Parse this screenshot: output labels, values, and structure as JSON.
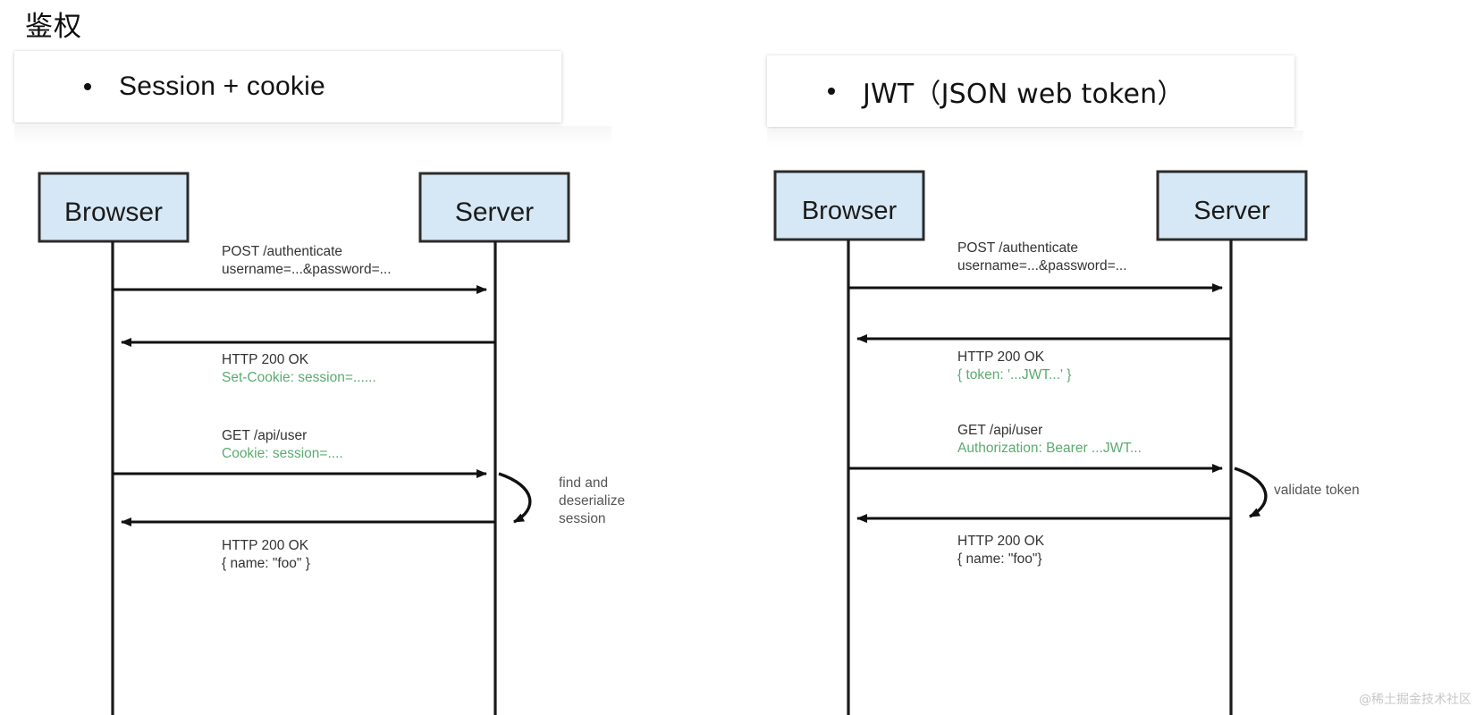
{
  "slide": {
    "heading": "鉴权",
    "watermark": "@稀土掘金技术社区",
    "colors": {
      "node_fill": "#d6e8f5",
      "node_stroke": "#2b2b2b",
      "line": "#1a1a1a",
      "green_header": "#5aab6e",
      "text": "#2b2b2b",
      "annotation": "#555555"
    }
  },
  "panels": [
    {
      "id": "session-cookie",
      "bullet": "Session + cookie",
      "actors": {
        "left": "Browser",
        "right": "Server"
      },
      "messages": [
        {
          "direction": "right",
          "lines": [
            {
              "text": "POST /authenticate",
              "style": "plain"
            },
            {
              "text": "username=...&password=...",
              "style": "plain"
            }
          ]
        },
        {
          "direction": "left",
          "lines": [
            {
              "text": "HTTP 200 OK",
              "style": "plain"
            },
            {
              "text": "Set-Cookie: session=......",
              "style": "green"
            }
          ]
        },
        {
          "direction": "right",
          "lines": [
            {
              "text": "GET /api/user",
              "style": "plain"
            },
            {
              "text": "Cookie: session=....",
              "style": "green"
            }
          ]
        },
        {
          "direction": "left",
          "lines": [
            {
              "text": "HTTP 200 OK",
              "style": "plain"
            },
            {
              "text": "{ name: \"foo\" }",
              "style": "plain"
            }
          ]
        }
      ],
      "self_call": {
        "label_lines": [
          "find and",
          "deserialize",
          "session"
        ]
      }
    },
    {
      "id": "jwt",
      "bullet": "JWT（JSON web token）",
      "actors": {
        "left": "Browser",
        "right": "Server"
      },
      "messages": [
        {
          "direction": "right",
          "lines": [
            {
              "text": "POST /authenticate",
              "style": "plain"
            },
            {
              "text": "username=...&password=...",
              "style": "plain"
            }
          ]
        },
        {
          "direction": "left",
          "lines": [
            {
              "text": "HTTP 200 OK",
              "style": "plain"
            },
            {
              "text": "{ token: '...JWT...' }",
              "style": "green"
            }
          ]
        },
        {
          "direction": "right",
          "lines": [
            {
              "text": "GET /api/user",
              "style": "plain"
            },
            {
              "text": "Authorization: Bearer ...JWT...",
              "style": "green"
            }
          ]
        },
        {
          "direction": "left",
          "lines": [
            {
              "text": "HTTP 200 OK",
              "style": "plain"
            },
            {
              "text": "{ name: \"foo\"}",
              "style": "plain"
            }
          ]
        }
      ],
      "self_call": {
        "label_lines": [
          "validate token"
        ]
      }
    }
  ]
}
